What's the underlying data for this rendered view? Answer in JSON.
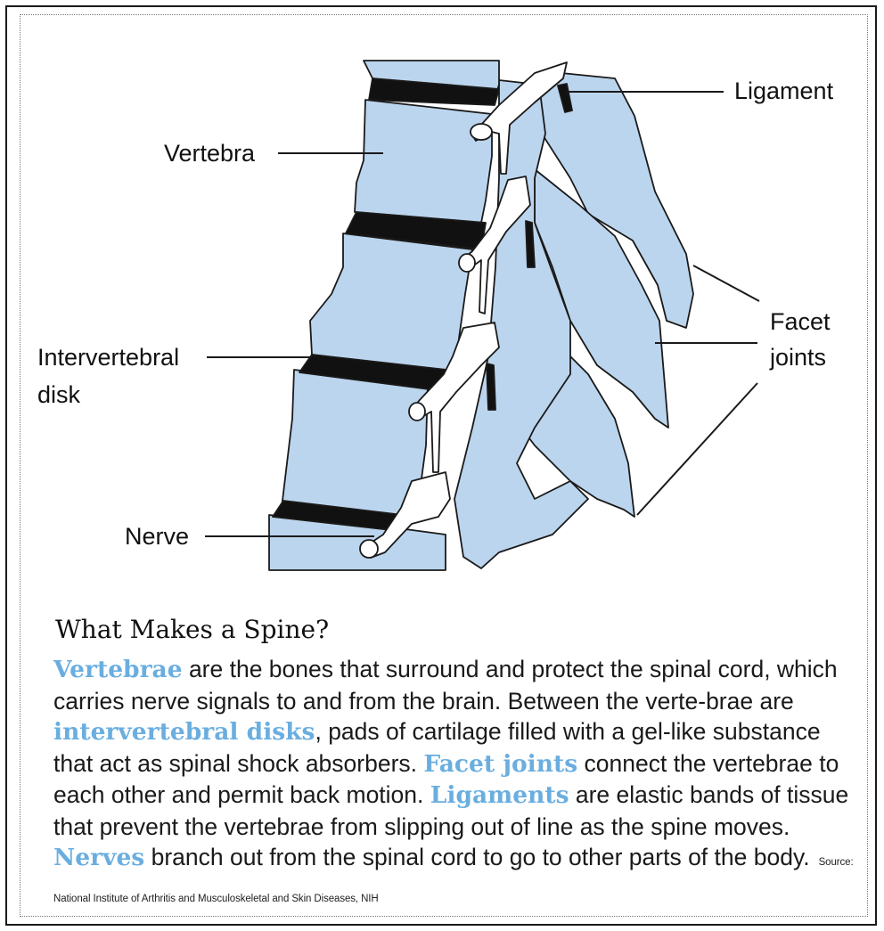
{
  "labels": {
    "ligament": "Ligament",
    "vertebra": "Vertebra",
    "facet_joints": [
      "Facet",
      "joints"
    ],
    "intervertebral_disk": [
      "Intervertebral",
      "disk"
    ],
    "nerve": "Nerve"
  },
  "heading": "What Makes a Spine?",
  "paragraph": [
    {
      "text": "Vertebrae",
      "highlight": true
    },
    {
      "text": " are the bones that surround and protect the spinal cord, which carries nerve signals to and from the brain.  Between the verte-brae are ",
      "highlight": false
    },
    {
      "text": "intervertebral disks",
      "highlight": true
    },
    {
      "text": ", pads of cartilage filled with a gel-like substance that act as spinal shock absorbers.  ",
      "highlight": false
    },
    {
      "text": "Facet joints",
      "highlight": true
    },
    {
      "text": " connect the vertebrae to each other and permit back motion.  ",
      "highlight": false
    },
    {
      "text": "Ligaments",
      "highlight": true
    },
    {
      "text": " are elastic bands of tissue that prevent the vertebrae from slipping out of line as the spine moves.  ",
      "highlight": false
    },
    {
      "text": "Nerves",
      "highlight": true
    },
    {
      "text": " branch out from the spinal cord to go to other parts of the body.",
      "highlight": false
    }
  ],
  "source": "Source: National Institute of Arthritis and Musculoskeletal and Skin Diseases, NIH",
  "colors": {
    "bone": "#bcd5ee",
    "disk": "#111111",
    "highlight": "#6aaee0",
    "outline": "#1a1a1a"
  }
}
